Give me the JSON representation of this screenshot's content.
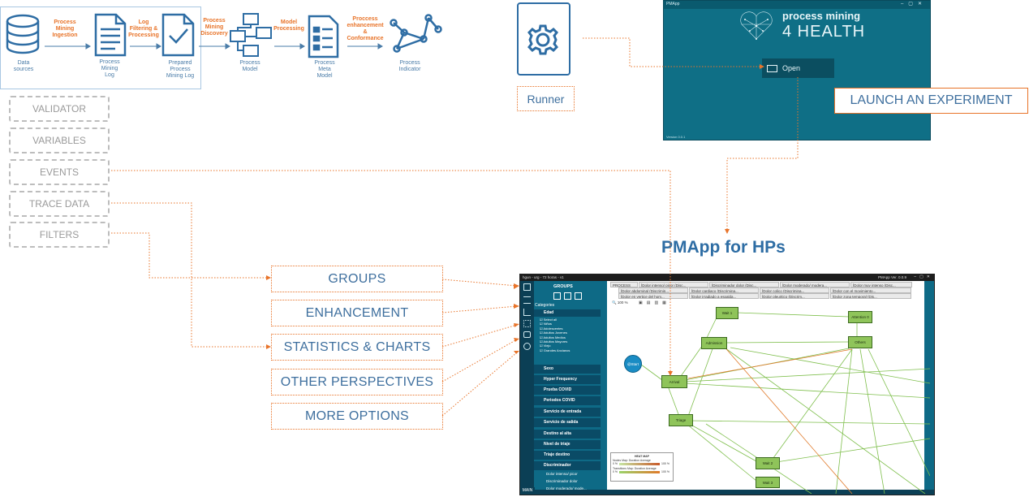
{
  "pipeline": {
    "data_sources": "Data\nsources",
    "step1": "Process\nMining\nIngestion",
    "log": "Process\nMining\nLog",
    "step2": "Log\nFiltering &\nProcessing",
    "prepared_log": "Prepared\nProcess\nMining Log",
    "step3": "Process\nMining\nDiscovery",
    "process_model": "Process\nModel",
    "step4": "Model\nProcessing",
    "meta_model": "Process\nMeta\nModel",
    "step5": "Proccess\nenhancement\n&\nConformance",
    "indicator": "Process\nIndicator"
  },
  "runner_label": "Runner",
  "launcher": {
    "window_title": "PMApp",
    "brand_line1": "process mining",
    "brand_line2": "4 HEALTH",
    "open_label": "Open",
    "version": "Version 0.0.1"
  },
  "launch_label": "LAUNCH AN EXPERIMENT",
  "pmapp_title": "PMApp for HPs",
  "left_boxes": [
    "VALIDATOR",
    "VARIABLES",
    "EVENTS",
    "TRACE DATA",
    "FILTERS"
  ],
  "option_boxes": [
    "GROUPS",
    "ENHANCEMENT",
    "STATISTICS & CHARTS",
    "OTHER PERSPECTIVES",
    "MORE OPTIONS"
  ],
  "app": {
    "title_left": "hgun - urg - 72 horas - v1",
    "title_right": "PMApp Ver. 0.0.9",
    "groups_header": "GROUPS",
    "categories_label": "Categories",
    "edad_label": "Edad",
    "edad_options": [
      "Select all",
      "Niños",
      "Adolescentes",
      "Adultos Jovenes",
      "Adultos Medios",
      "Adultos Mayores",
      "Viejo",
      "Grandes Ancianos"
    ],
    "side_items": [
      "Sexo",
      "Hyper Frequency",
      "Prueba COVID",
      "Periodos COVID",
      "Servicio de entrada",
      "Servicio de salida",
      "Destino al alta",
      "Nivel de triaje",
      "Triaje destino"
    ],
    "discriminador": "Discriminador",
    "disc_options": [
      "Dolor intenso/ picor",
      "Discriminador dolor",
      "Dolor moderado/ mode..."
    ],
    "main_tab": "MAIN",
    "tabs_row1": [
      "PROCESS",
      "[Dolor intenso/ picor (Disc...",
      "[Discriminador dolor (Disc...",
      "[Dolor moderado/ modera...",
      "[Dolor muy intenso (Disc..."
    ],
    "tabs_row2": [
      "[Dolor abdominal (Discrimin...",
      "[Dolor cardiaco (Discrimina...",
      "[Dolor colico (Discrimina...",
      "[Dolor con el movimiento..."
    ],
    "tabs_row3": [
      "[Dolor en vertice del hom...",
      "[Dolor irradiado a espalda...",
      "[Dolor pleuritico (Discrim...",
      "[Dolor zona temporal (Dis..."
    ],
    "zoom": "100 %",
    "nodes": {
      "start": "@Start",
      "arrival": "Arrival",
      "admission": "Admission",
      "wait1": "Wait 1",
      "attention": "Attention 0",
      "others": "Others",
      "triage": "Triage",
      "wait2": "Wait 2",
      "wait3": "Wait 3"
    },
    "heatmap": {
      "title": "HEAT MAP",
      "nodes_line": "Nodes Map: Duration Average",
      "trans_line": "Transitions Map: Duration Average",
      "min": "0 %",
      "max": "100 %"
    }
  },
  "colors": {
    "blue": "#2e6da4",
    "orange": "#e8742a",
    "teal": "#0d5f78",
    "node_green": "#8fc45a"
  }
}
